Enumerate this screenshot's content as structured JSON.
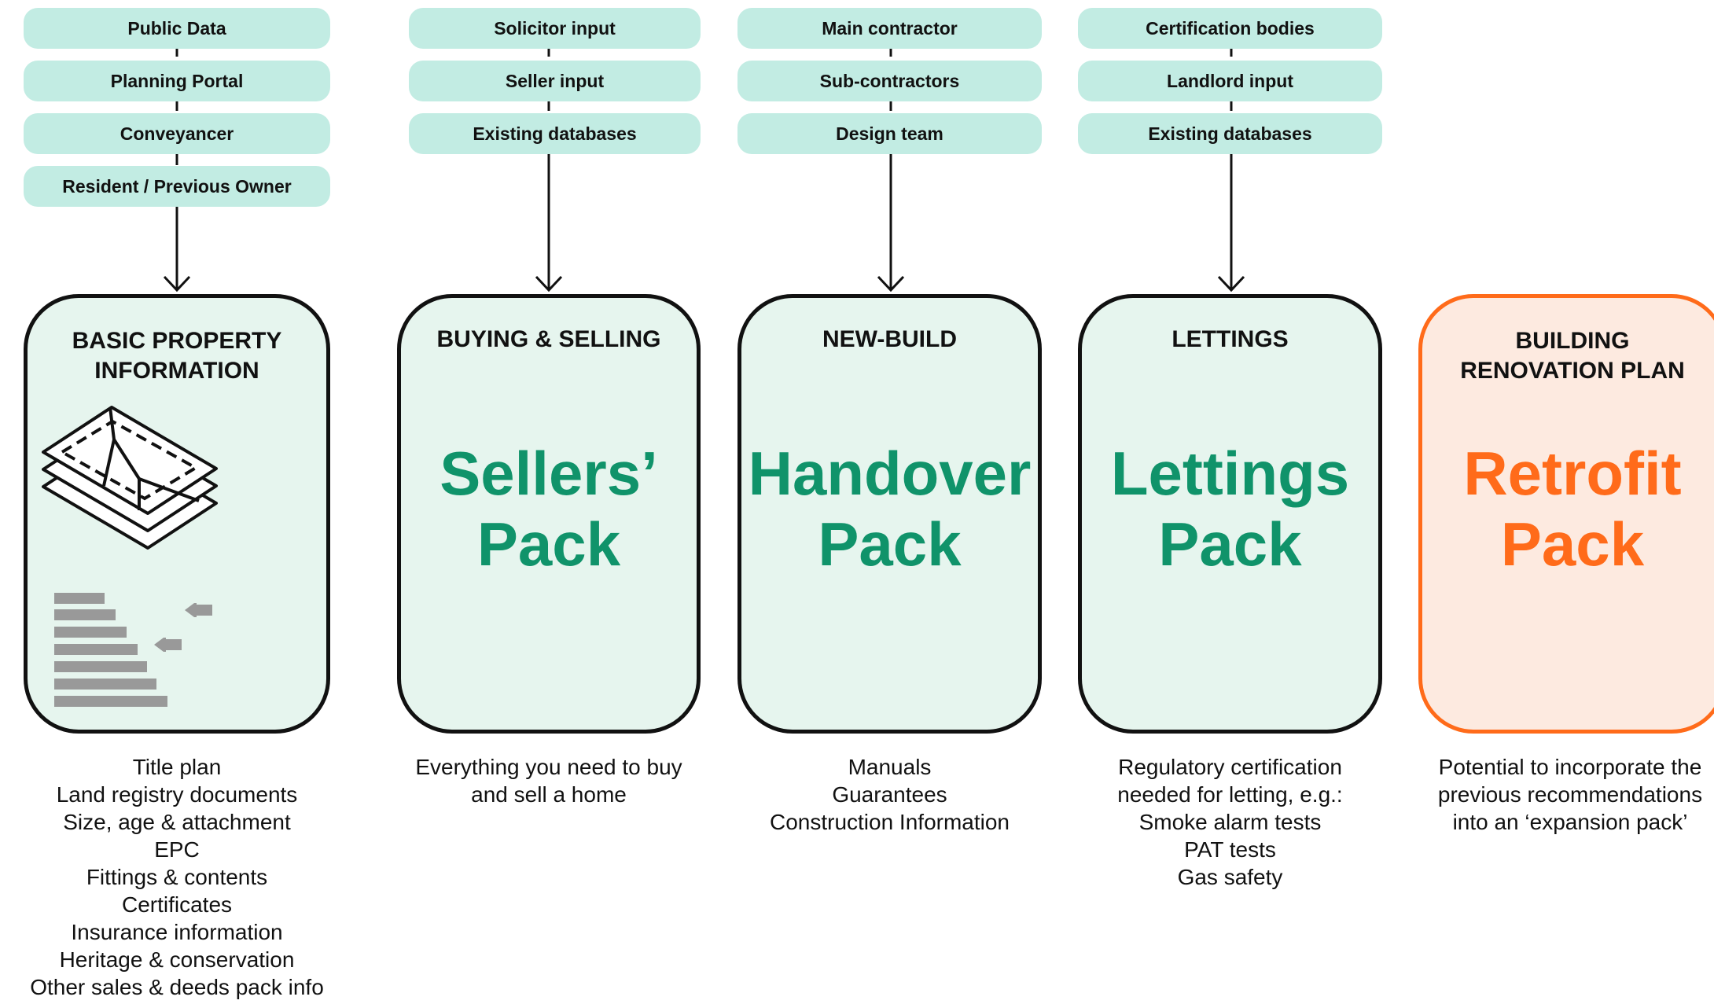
{
  "columns": [
    {
      "sources": [
        "Public Data",
        "Planning Portal",
        "Conveyancer",
        "Resident / Previous Owner"
      ],
      "heading": [
        "BASIC PROPERTY",
        "INFORMATION"
      ],
      "pack": [
        "",
        ""
      ],
      "description": [
        "Title plan",
        "Land registry documents",
        "Size, age & attachment",
        "EPC",
        "Fittings & contents",
        "Certificates",
        "Insurance information",
        "Heritage & conservation",
        "Other sales & deeds pack info"
      ]
    },
    {
      "sources": [
        "Solicitor input",
        "Seller input",
        "Existing databases"
      ],
      "heading": [
        "BUYING & SELLING",
        ""
      ],
      "pack": [
        "Sellers’",
        "Pack"
      ],
      "description": [
        "Everything you need to buy",
        "and sell a home"
      ]
    },
    {
      "sources": [
        "Main contractor",
        "Sub-contractors",
        "Design team"
      ],
      "heading": [
        "NEW-BUILD",
        ""
      ],
      "pack": [
        "Handover",
        "Pack"
      ],
      "description": [
        "Manuals",
        "Guarantees",
        "Construction Information"
      ]
    },
    {
      "sources": [
        "Certification bodies",
        "Landlord input",
        "Existing databases"
      ],
      "heading": [
        "LETTINGS",
        ""
      ],
      "pack": [
        "Lettings",
        "Pack"
      ],
      "description": [
        "Regulatory certification",
        "needed for letting, e.g.:",
        "Smoke alarm tests",
        "PAT tests",
        "Gas safety"
      ]
    },
    {
      "sources": [],
      "heading": [
        "BUILDING",
        "RENOVATION PLAN"
      ],
      "pack": [
        "Retrofit",
        "Pack"
      ],
      "description": [
        "Potential to incorporate the",
        "previous recommendations",
        "into an ‘expansion pack’"
      ]
    }
  ],
  "colors": {
    "pill": "#c2ece3",
    "card": "#e6f5ee",
    "pack_text": "#10936a",
    "accent": "#ff6b1a",
    "accent_card": "#fdeae0"
  },
  "icons": [
    "map-layers-icon",
    "document-lines-icon"
  ]
}
